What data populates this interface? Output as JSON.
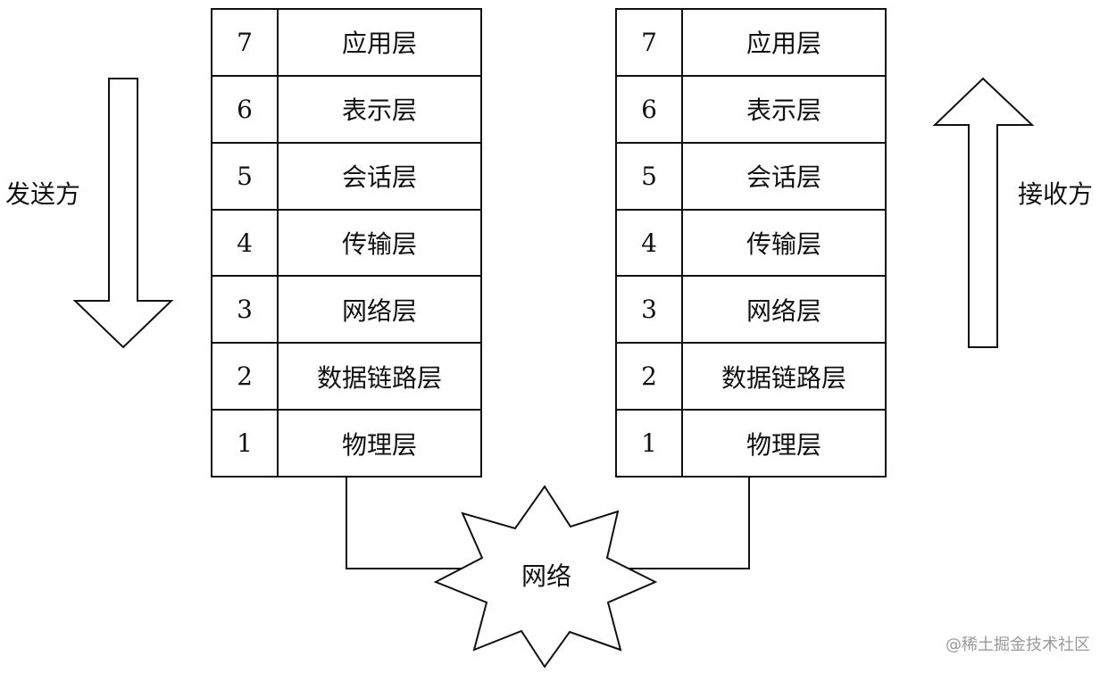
{
  "sender_label": "发送方",
  "receiver_label": "接收方",
  "network_label": "网络",
  "watermark": "@稀土掘金技术社区",
  "layers": [
    {
      "num": "7",
      "name": "应用层"
    },
    {
      "num": "6",
      "name": "表示层"
    },
    {
      "num": "5",
      "name": "会话层"
    },
    {
      "num": "4",
      "name": "传输层"
    },
    {
      "num": "3",
      "name": "网络层"
    },
    {
      "num": "2",
      "name": "数据链路层"
    },
    {
      "num": "1",
      "name": "物理层"
    }
  ]
}
